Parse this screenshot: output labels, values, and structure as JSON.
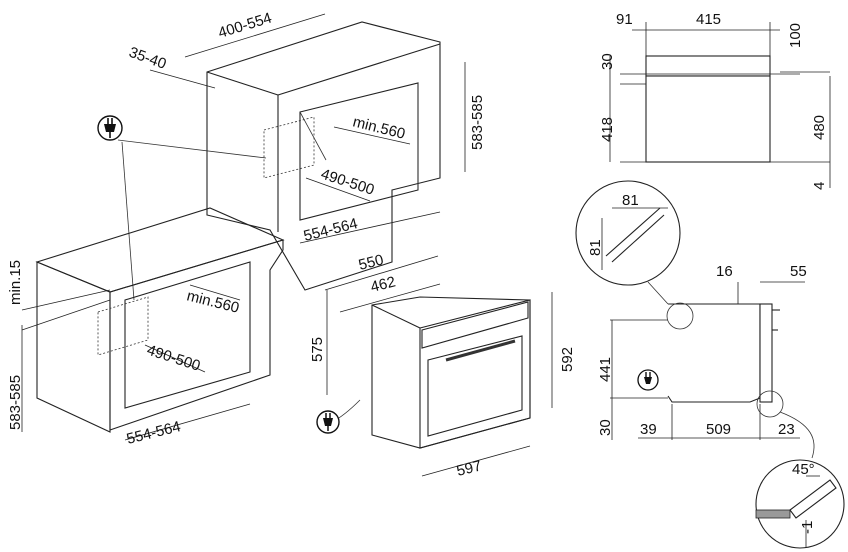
{
  "installation_views": {
    "column": {
      "width_range": "400-554",
      "top_gap": "35-40",
      "height_range": "583-585",
      "depth_min": "min.560",
      "depth_range": "490-500",
      "niche_width": "554-564"
    },
    "under_counter": {
      "gap": "min.15",
      "height_range": "583-585",
      "depth_min": "min.560",
      "depth_range": "490-500",
      "niche_width": "554-564"
    },
    "oven": {
      "depth_total": "550",
      "depth_body": "462",
      "height_body": "575",
      "height_total": "592",
      "width": "597"
    }
  },
  "front_view": {
    "left_margin": "91",
    "panel_width": "415",
    "top_offset": "100",
    "panel_height": "30",
    "body_height": "418",
    "total_height": "480",
    "bottom_offset": "4"
  },
  "side_view": {
    "door_offset": "16",
    "handle_depth": "55",
    "height": "441",
    "base": "30",
    "front_depth": "39",
    "body_depth": "509",
    "rear_depth": "23"
  },
  "details": {
    "corner_w": "81",
    "corner_h": "81",
    "angle": "45°",
    "offset": "-1"
  }
}
